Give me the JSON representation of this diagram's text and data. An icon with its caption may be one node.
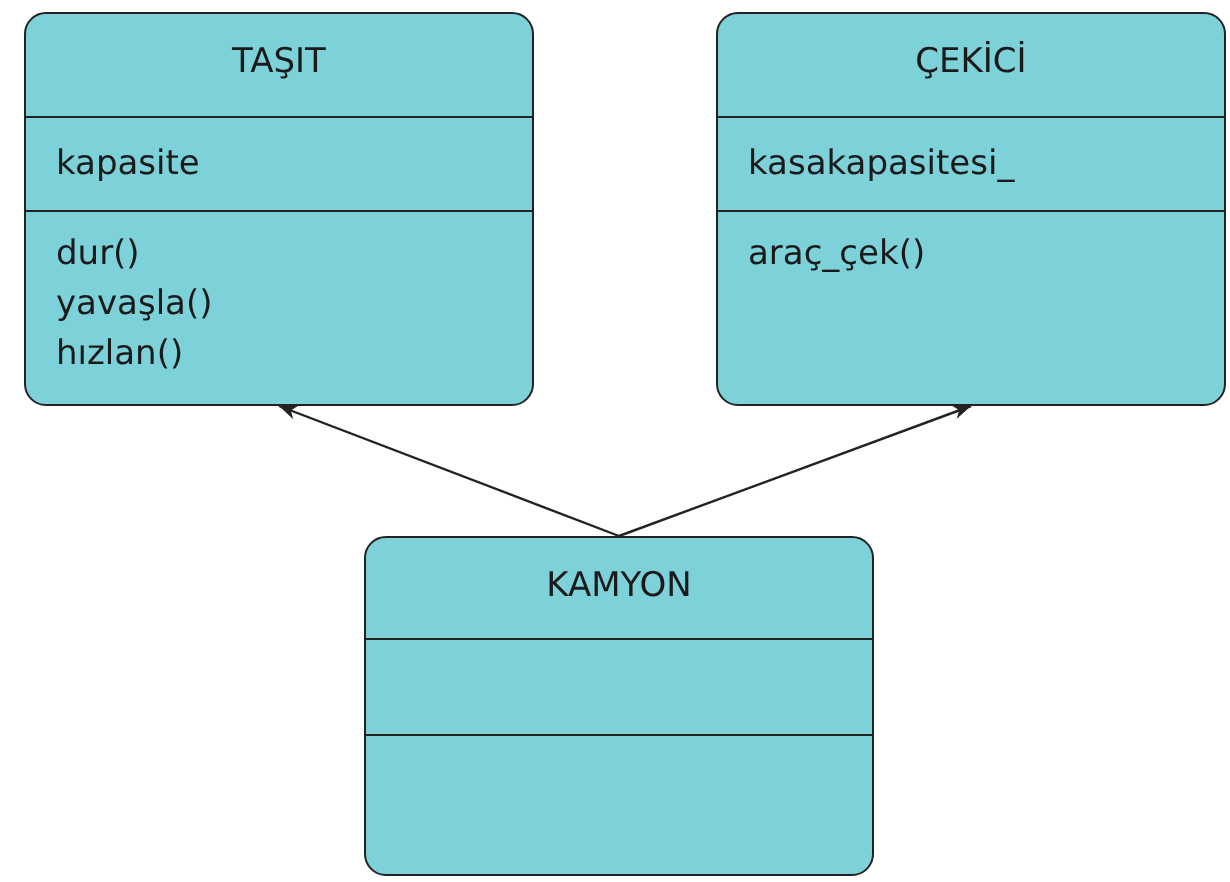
{
  "diagram": {
    "nodes": [
      {
        "text": [
          "TAŞIT",
          "kapasite",
          "dur()",
          "yavaşla()",
          "hızlan()"
        ]
      },
      {
        "text": [
          "ÇEKİCİ",
          "kasakapasitesi_",
          "araç_çek()"
        ]
      },
      {
        "text": [
          "KAMYON"
        ]
      }
    ],
    "edges": [
      {
        "from": 2,
        "to": 0,
        "arrow": "to"
      },
      {
        "from": 2,
        "to": 1,
        "arrow": "to"
      }
    ]
  }
}
